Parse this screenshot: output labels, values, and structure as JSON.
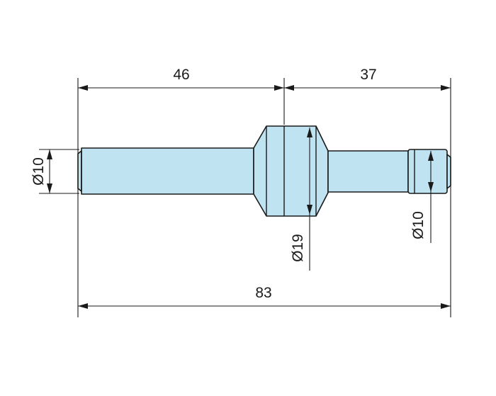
{
  "dimensions": {
    "left_length": "46",
    "right_length": "37",
    "total_length": "83",
    "left_diameter": "Ø10",
    "center_diameter": "Ø19",
    "right_diameter": "Ø10"
  }
}
